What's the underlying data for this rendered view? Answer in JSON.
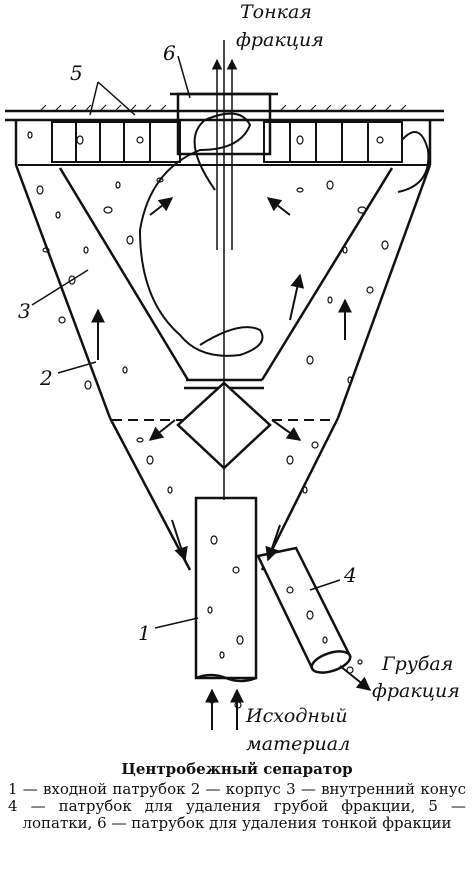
{
  "diagram": {
    "top_label": {
      "line1": "Тонкая",
      "line2": "фракция"
    },
    "coarse_label": {
      "line1": "Грубая",
      "line2": "фракция"
    },
    "input_label": {
      "line1": "Исходный",
      "line2": "материал"
    },
    "part_numbers": {
      "p1": "1",
      "p2": "2",
      "p3": "3",
      "p4": "4",
      "p5": "5",
      "p6": "6"
    }
  },
  "caption": {
    "title": "Центробежный сепаратор",
    "legend": "1 — входной патрубок 2 — корпус 3 — внутренний конус 4 — патрубок для удаления грубой фракции, 5 — лопатки, 6 — патрубок для удаления тонкой фракции"
  }
}
